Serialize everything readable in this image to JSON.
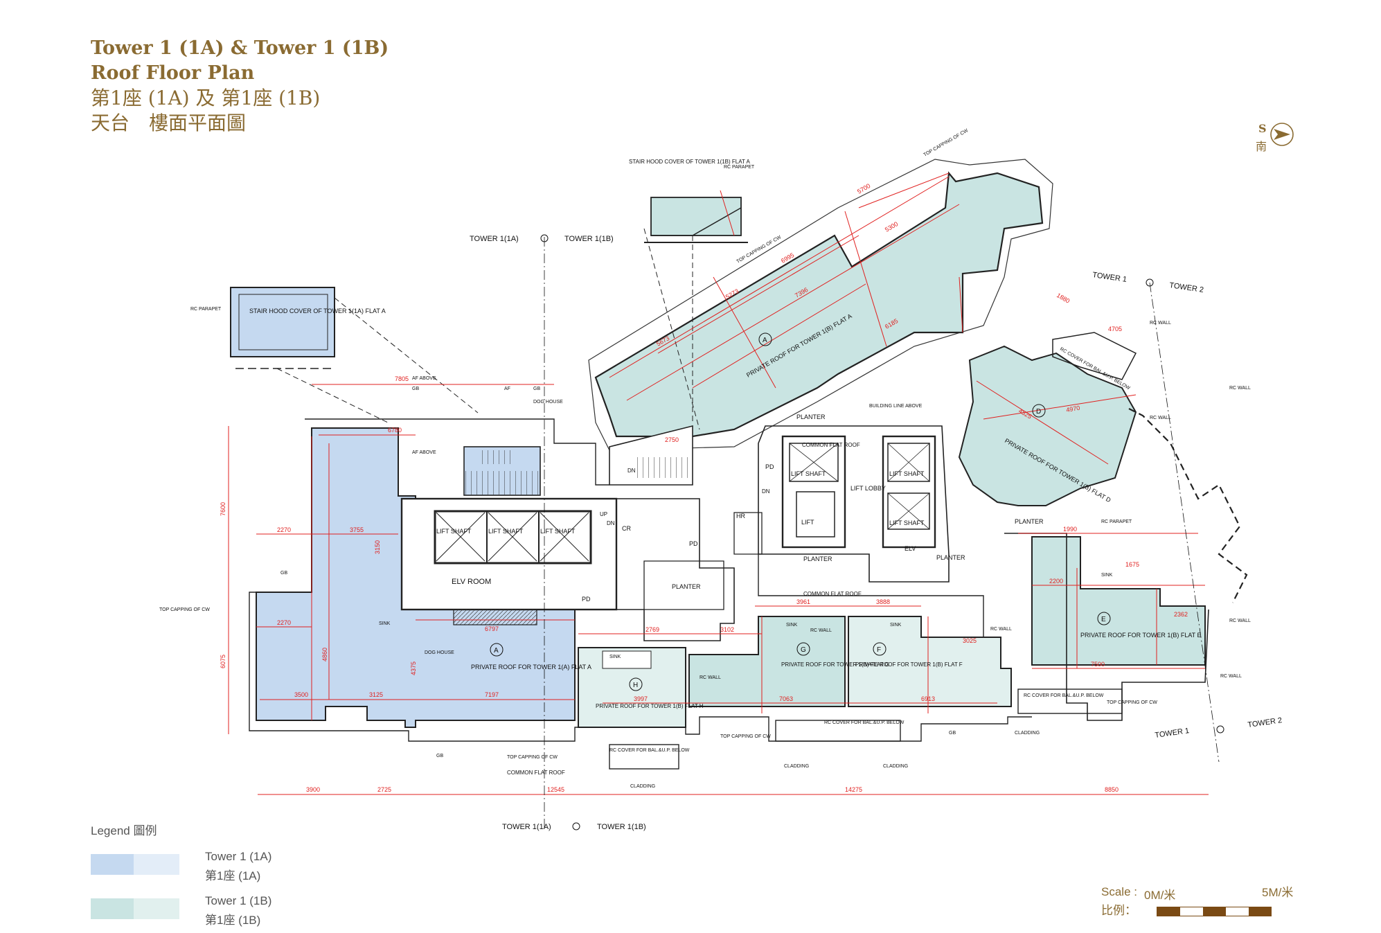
{
  "title": {
    "line1": "Tower 1 (1A) & Tower 1 (1B)",
    "line2": "Roof  Floor Plan",
    "line3": "第1座 (1A) 及 第1座 (1B)",
    "line4": "天台　樓面平面圖"
  },
  "compass": {
    "letter": "S",
    "zh": "南"
  },
  "colors": {
    "tower_1a": "#c5d9f0",
    "tower_1b": "#c9e4e2",
    "title": "#8a6b32",
    "dimension": "#e0201f",
    "line": "#222222"
  },
  "plan": {
    "section_marks": [
      {
        "left": "TOWER 1(1A)",
        "right": "TOWER 1(1B)"
      },
      {
        "left": "TOWER 1(1A)",
        "right": "TOWER 1(1B)"
      },
      {
        "left": "TOWER 1",
        "right": "TOWER 2"
      },
      {
        "left": "TOWER 1",
        "right": "TOWER 2"
      }
    ],
    "rooms": {
      "a_1a": "PRIVATE ROOF FOR TOWER 1(A) FLAT A",
      "a_1b": "PRIVATE ROOF FOR TOWER 1(B) FLAT A",
      "d_1b": "PRIVATE ROOF FOR TOWER 1(B) FLAT D",
      "e_1b": "PRIVATE ROOF FOR TOWER 1(B) FLAT E",
      "f_1b": "PRIVATE ROOF FOR TOWER 1(B) FLAT F",
      "g_1b": "PRIVATE ROOF FOR TOWER 1(B) FLAT G",
      "h_1b": "PRIVATE ROOF FOR TOWER 1(B) FLAT H"
    },
    "flat_letters": {
      "a": "A",
      "d": "D",
      "e": "E",
      "f": "F",
      "g": "G",
      "h": "H"
    },
    "labels": {
      "elv_room": "ELV ROOM",
      "lift_shaft": "LIFT SHAFT",
      "lift": "LIFT",
      "lift_lobby": "LIFT LOBBY",
      "planter": "PLANTER",
      "pd": "PD",
      "hr": "HR",
      "cr": "CR",
      "dn": "DN",
      "up": "UP",
      "dog_house": "DOG HOUSE",
      "sink": "SINK",
      "gb": "GB",
      "af": "AF",
      "rc_wall": "RC WALL",
      "rc_parapet": "RC PARAPET",
      "cladding": "CLADDING",
      "common_flat_roof": "COMMON FLAT ROOF",
      "top_capping": "TOP CAPPING OF CW",
      "building_line": "BUILDING LINE ABOVE",
      "rc_cover": "RC COVER FOR BAL.&U.P. BELOW",
      "stair_hood_1a": "STAIR HOOD COVER OF TOWER 1(1A) FLAT A",
      "stair_hood_1b": "STAIR HOOD COVER OF TOWER 1(1B) FLAT A",
      "af_above": "AF ABOVE",
      "elv": "ELV"
    },
    "dims": {
      "overall": [
        "3900",
        "2725",
        "12545",
        "14275",
        "8850"
      ],
      "d7805": "7805",
      "d6780": "6780",
      "d7600": "7600",
      "d6075": "6075",
      "d2270": "2270",
      "d3755": "3755",
      "d3150": "3150",
      "d3500": "3500",
      "d3125": "3125",
      "d7197": "7197",
      "d6797": "6797",
      "d4860": "4860",
      "d4375": "4375",
      "d7396": "7396",
      "d5300": "5300",
      "d6185": "6185",
      "d5273": "5273",
      "d5673": "5673",
      "d6995": "6995",
      "d4825": "4825",
      "d4970": "4970",
      "d7063": "7063",
      "d6913": "6913",
      "d3961": "3961",
      "d3888": "3888",
      "d3102": "3102",
      "d2769": "2769",
      "d3997": "3997",
      "d7500": "7500",
      "d3025": "3025",
      "d2750": "2750",
      "d2200": "2200",
      "d1990": "1990",
      "d2362": "2362",
      "d1675": "1675",
      "d5700": "5700",
      "d4705": "4705",
      "d1880": "1880"
    }
  },
  "legend": {
    "title": "Legend 圖例",
    "items": [
      {
        "en": "Tower 1 (1A)",
        "zh": "第1座 (1A)",
        "color_a": "#c5d9f0",
        "color_b": "#e3edf8"
      },
      {
        "en": "Tower 1 (1B)",
        "zh": "第1座 (1B)",
        "color_a": "#c9e4e2",
        "color_b": "#e1f0ee"
      }
    ]
  },
  "scale": {
    "label_en": "Scale :",
    "label_zh": "比例：",
    "start": "0M/米",
    "end": "5M/米"
  }
}
